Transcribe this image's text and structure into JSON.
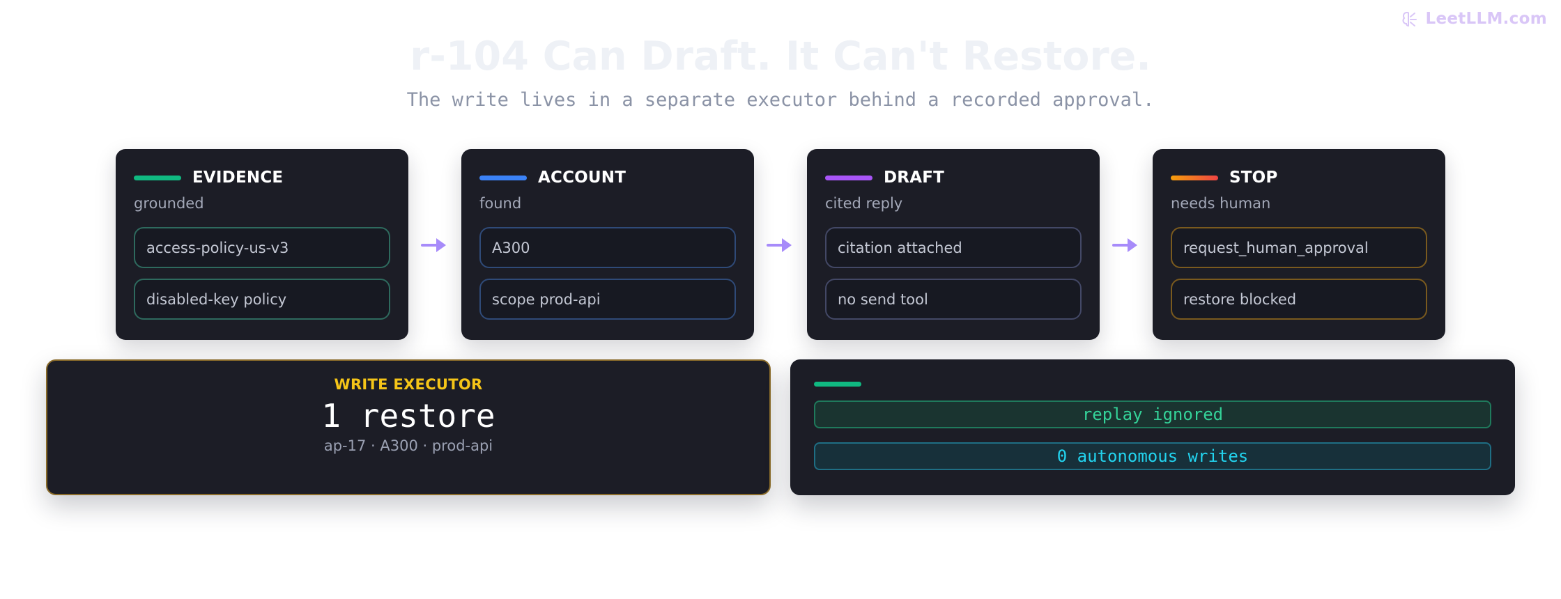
{
  "brand": {
    "name": "LeetLLM.com",
    "icon": "brain-logo-icon",
    "color": "#d9c6f7"
  },
  "header": {
    "title": "r-104 Can Draft. It Can't Restore.",
    "subtitle": "The write lives in a separate executor behind a recorded approval."
  },
  "pipeline": [
    {
      "title": "EVIDENCE",
      "status": "grounded",
      "accent": "#10b981",
      "border": "#2e6a5e",
      "chips": [
        "access-policy-us-v3",
        "disabled-key policy"
      ]
    },
    {
      "title": "ACCOUNT",
      "status": "found",
      "accent": "#3b82f6",
      "border": "#2f4a78",
      "chips": [
        "A300",
        "scope prod-api"
      ]
    },
    {
      "title": "DRAFT",
      "status": "cited reply",
      "accent": "#a855f7",
      "border": "#434866",
      "chips": [
        "citation attached",
        "no send tool"
      ]
    },
    {
      "title": "STOP",
      "status": "needs human",
      "accent": "#f97316",
      "border": "#7a5a1e",
      "chips": [
        "request_human_approval",
        "restore blocked"
      ]
    }
  ],
  "arrow_color": "#a78bfa",
  "executor": {
    "label": "WRITE EXECUTOR",
    "value": "1 restore",
    "meta": "ap-17 · A300 · prod-api"
  },
  "guards": {
    "pills": [
      "replay ignored",
      "0 autonomous writes"
    ]
  }
}
